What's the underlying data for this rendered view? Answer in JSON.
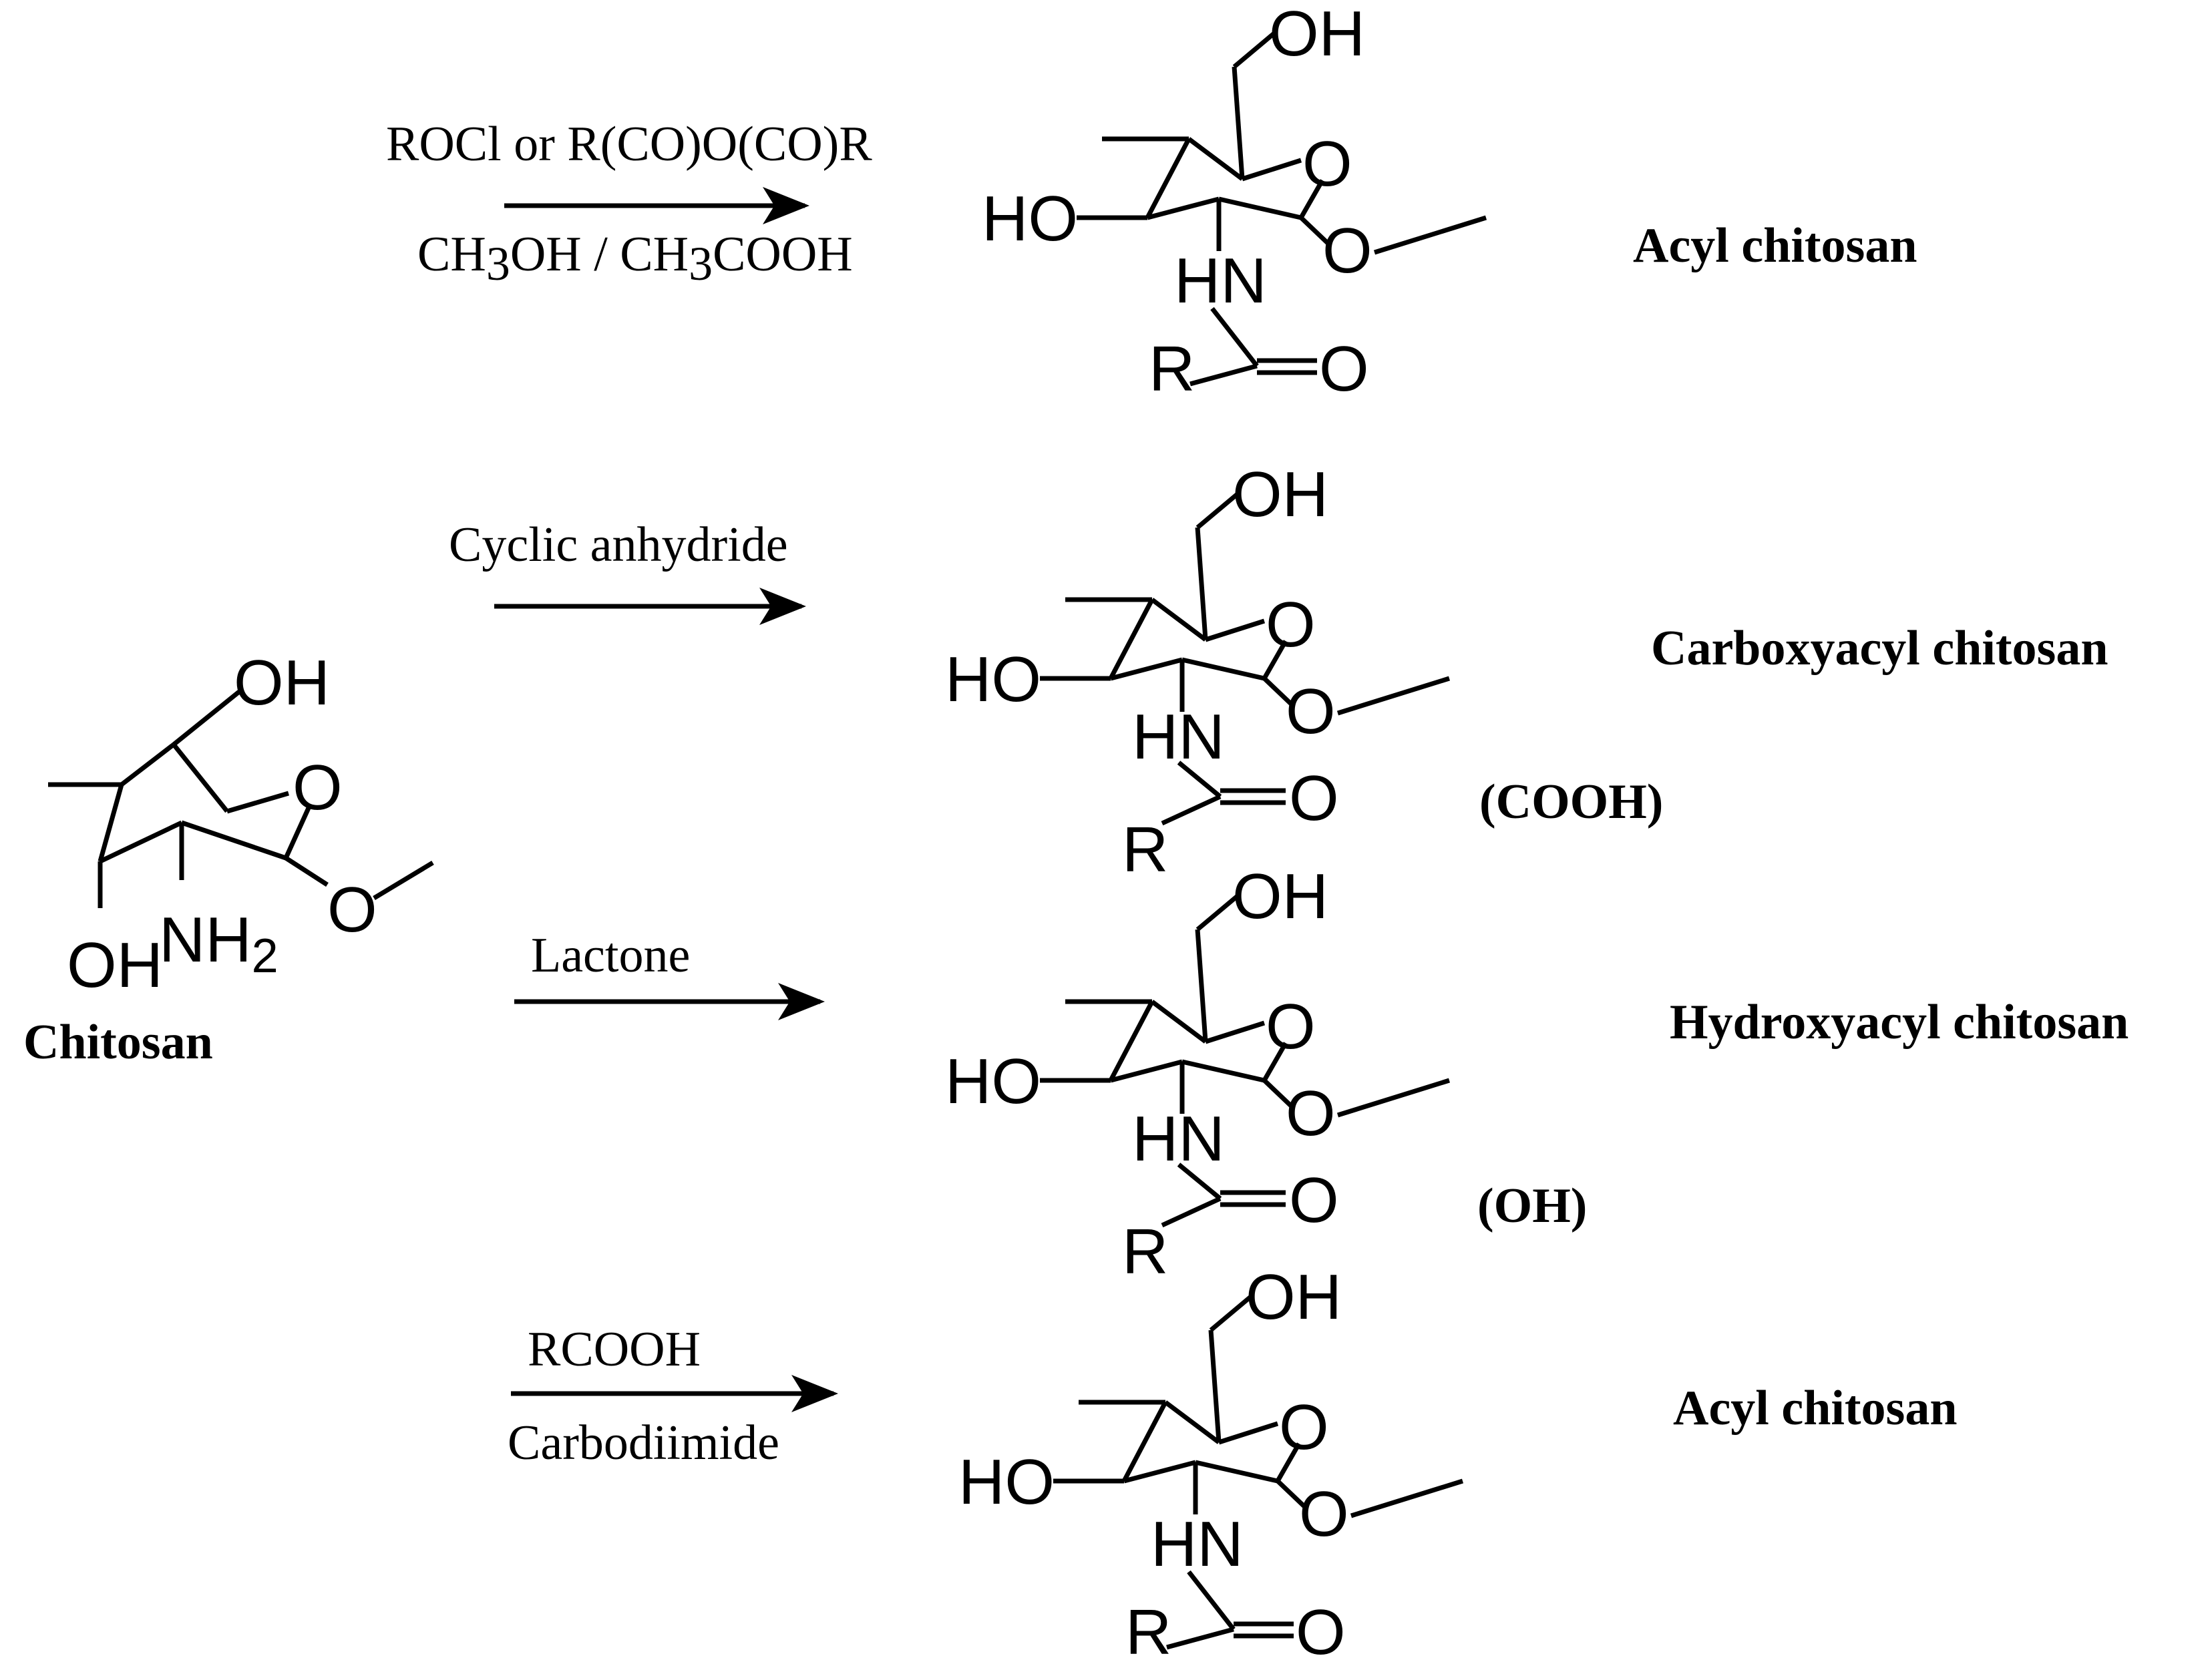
{
  "reactant": {
    "name": "Chitosan",
    "atoms": {
      "oh_top": "OH",
      "ring_o": "O",
      "glyco_o": "O",
      "oh": "OH",
      "nh": "NH",
      "nh_sub": "2"
    }
  },
  "reactions": [
    {
      "reagent_top": {
        "text": "ROCl or R(CO)O(CO)R"
      },
      "reagent_bottom": {
        "pre": "CH",
        "sub1": "3",
        "mid": "OH / CH",
        "sub2": "3",
        "post": "COOH"
      },
      "product_name": "Acyl chitosan",
      "group_label": "",
      "atoms": {
        "oh_top": "OH",
        "ring_o": "O",
        "ho": "HO",
        "glyco_o": "O",
        "hn": "HN",
        "r": "R",
        "carbonyl_o": "O"
      }
    },
    {
      "reagent_top": {
        "text": "Cyclic anhydride"
      },
      "product_name": "Carboxyacyl chitosan",
      "group_label": "(COOH)",
      "atoms": {
        "oh_top": "OH",
        "ring_o": "O",
        "ho": "HO",
        "glyco_o": "O",
        "hn": "HN",
        "r": "R",
        "carbonyl_o": "O"
      }
    },
    {
      "reagent_top": {
        "text": "Lactone"
      },
      "product_name": "Hydroxyacyl chitosan",
      "group_label": "(OH)",
      "atoms": {
        "oh_top": "OH",
        "ring_o": "O",
        "ho": "HO",
        "glyco_o": "O",
        "hn": "HN",
        "r": "R",
        "carbonyl_o": "O"
      }
    },
    {
      "reagent_top": {
        "text": "RCOOH"
      },
      "reagent_bottom": {
        "text": "Carbodiimide"
      },
      "product_name": "Acyl chitosan",
      "group_label": "",
      "atoms": {
        "oh_top": "OH",
        "ring_o": "O",
        "ho": "HO",
        "glyco_o": "O",
        "hn": "HN",
        "r": "R",
        "carbonyl_o": "O"
      }
    }
  ]
}
